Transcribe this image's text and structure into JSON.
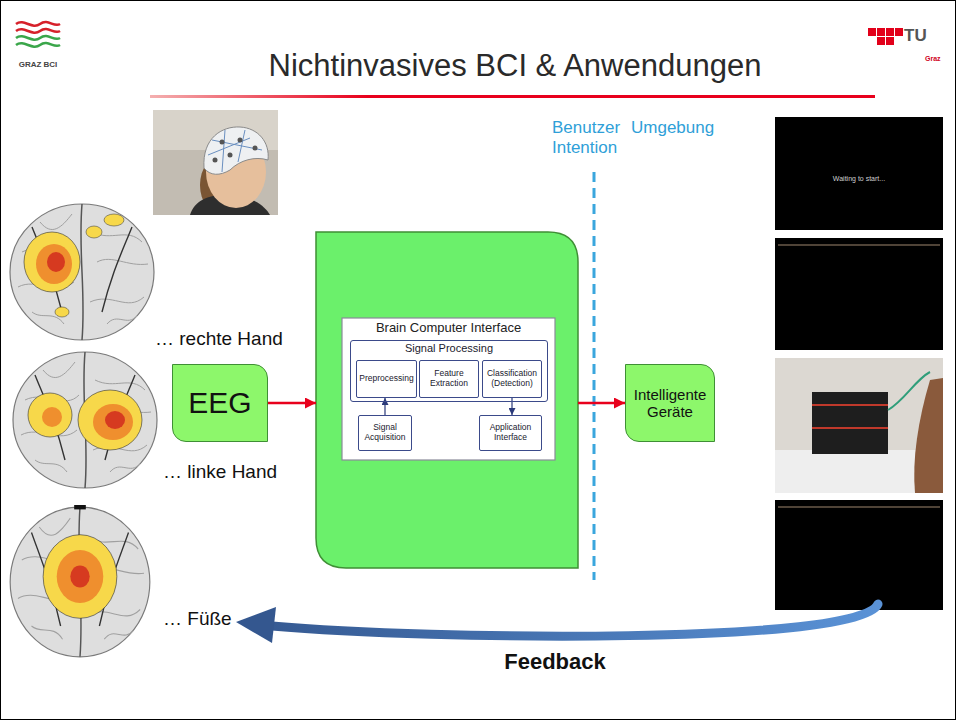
{
  "diagram": {
    "title": "Nichtinvasives BCI & Anwendungen",
    "nodes": [
      {
        "text": [
          "EEG"
        ]
      },
      {
        "text": [
          "Brain Computer Interface"
        ]
      },
      {
        "text": [
          "Signal Processing"
        ],
        "in": 1
      },
      {
        "text": [
          "Preprocessing"
        ],
        "in": 2
      },
      {
        "text": [
          "Feature Extraction"
        ],
        "in": 2
      },
      {
        "text": [
          "Classification (Detection)"
        ],
        "in": 2
      },
      {
        "text": [
          "Signal Acquisition"
        ],
        "in": 1
      },
      {
        "text": [
          "Application Interface"
        ],
        "in": 1
      },
      {
        "text": [
          "Intelligente Geräte"
        ]
      }
    ],
    "edges": [
      {
        "from": 0,
        "to": 1,
        "arrow": "to"
      },
      {
        "from": 1,
        "to": 8,
        "arrow": "to"
      },
      {
        "from": 6,
        "to": 3,
        "arrow": "to"
      },
      {
        "from": 5,
        "to": 7,
        "arrow": "to"
      }
    ],
    "labels": [
      "GRAZ BCI",
      "TU",
      "Graz",
      "… rechte Hand",
      "… linke Hand",
      "… Füße",
      "Benutzer Intention",
      "Umgebung",
      "Waiting to start...",
      "Feedback"
    ]
  }
}
